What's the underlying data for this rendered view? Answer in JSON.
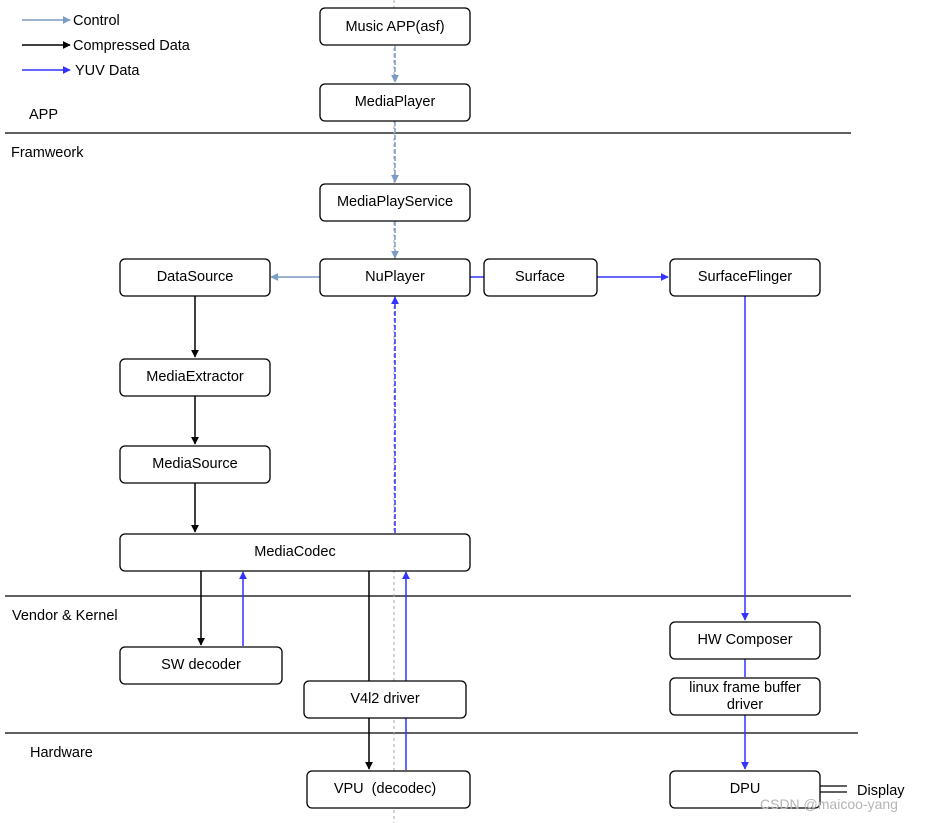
{
  "legend": {
    "control": "Control",
    "compressed": "Compressed Data",
    "yuv": "YUV Data"
  },
  "layers": {
    "app": "APP",
    "framework": "Framweork",
    "vendor": "Vendor & Kernel",
    "hardware": "Hardware"
  },
  "nodes": {
    "music_app": "Music APP(asf)",
    "media_player": "MediaPlayer",
    "media_play_service": "MediaPlayService",
    "data_source": "DataSource",
    "nuplayer": "NuPlayer",
    "surface": "Surface",
    "surface_flinger": "SurfaceFlinger",
    "media_extractor": "MediaExtractor",
    "media_source": "MediaSource",
    "media_codec": "MediaCodec",
    "sw_decoder": "SW decoder",
    "hw_composer": "HW Composer",
    "fb_driver_line1": "linux frame buffer",
    "fb_driver_line2": "driver",
    "v4l2_driver": "V4l2 driver",
    "vpu": "VPU  (decodec)",
    "dpu": "DPU",
    "display": "Display"
  },
  "colors": {
    "control": "#7b9cc4",
    "compressed": "#000000",
    "yuv": "#3333ff",
    "border": "#000000"
  },
  "watermark": "CSDN @maicoo-yang"
}
